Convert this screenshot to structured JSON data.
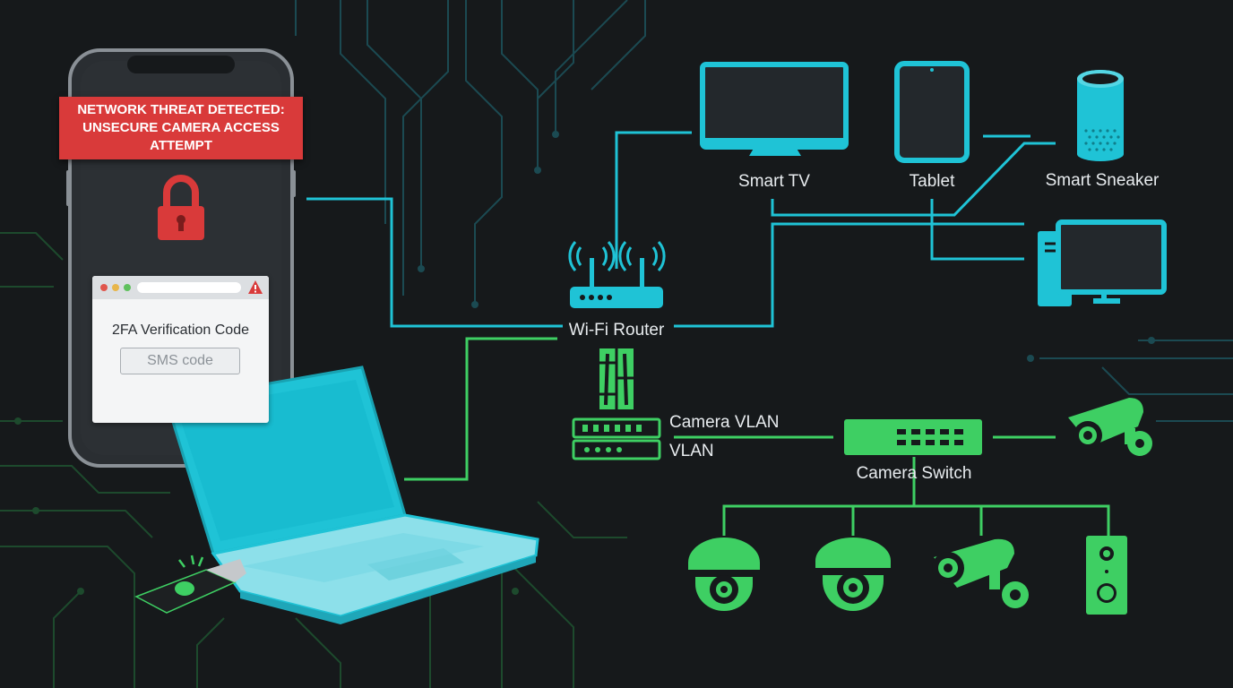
{
  "alert": {
    "text": "Network threat detected: unsecure camera access attempt"
  },
  "dialog": {
    "title": "2FA Verification Code",
    "input_placeholder": "SMS code"
  },
  "labels": {
    "router": "Wi-Fi Router",
    "smart_tv": "Smart TV",
    "tablet": "Tablet",
    "smart_speaker": "Smart Sneaker",
    "camera_vlan": "Camera VLAN",
    "vlan": "VLAN",
    "camera_switch": "Camera Switch"
  },
  "icons": {
    "lock": "lock-icon",
    "warning": "warning-icon",
    "router": "router-icon",
    "tv": "tv-icon",
    "tablet": "tablet-icon",
    "speaker": "speaker-icon",
    "desktop": "desktop-icon",
    "firewall": "firewall-icon",
    "vlan_appliance": "network-appliance-icon",
    "switch": "switch-icon",
    "bullet_camera": "bullet-camera-icon",
    "dome_camera": "dome-camera-icon",
    "doorbell": "video-doorbell-icon",
    "security_key": "usb-security-key-icon",
    "laptop": "laptop-icon",
    "phone": "smartphone-icon"
  },
  "colors": {
    "background": "#16191b",
    "cyan": "#1fc3d6",
    "green": "#3ecf63",
    "alert_red": "#d93a3a",
    "circuit_cyan": "#1b4a52",
    "circuit_green": "#1d4a2d"
  }
}
